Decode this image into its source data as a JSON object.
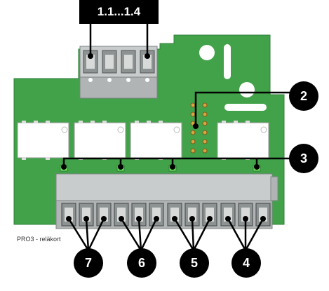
{
  "top_label": "1.1...1.4",
  "caption": "PRO3 - reläkort",
  "markers": [
    {
      "id": "2",
      "label": "2"
    },
    {
      "id": "3",
      "label": "3"
    },
    {
      "id": "7",
      "label": "7"
    },
    {
      "id": "6",
      "label": "6"
    },
    {
      "id": "5",
      "label": "5"
    },
    {
      "id": "4",
      "label": "4"
    }
  ],
  "colors": {
    "pcb": "#42a24a",
    "pcb_dark": "#2f7f38",
    "connector": "#b9bcbc",
    "connector_dark": "#7f8484",
    "relay": "#ffffff",
    "led": "#6ee05a",
    "marker": "#000000"
  }
}
